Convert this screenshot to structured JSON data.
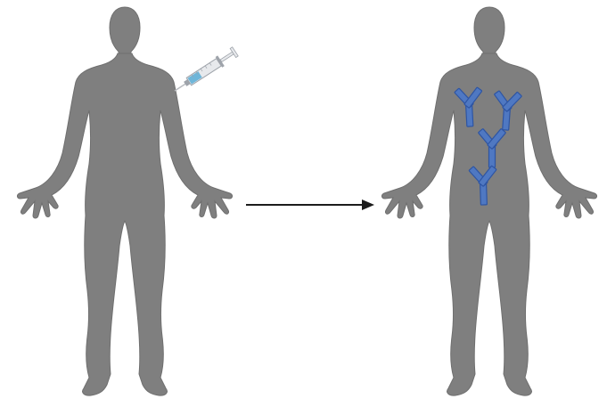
{
  "diagram": {
    "colors": {
      "background": "#ffffff",
      "body_fill": "#7f7f7f",
      "body_stroke": "#6f6f6f",
      "arrow": "#1c1c1c",
      "antibody_fill": "#4f78c2",
      "antibody_stroke": "#2e55a3",
      "syringe_barrel": "#e7e9ec",
      "syringe_outline": "#9ea3aa",
      "syringe_fluid": "#6fb6d9",
      "syringe_needle": "#b9bcc0"
    },
    "icons": {
      "left_figure": "human-body-silhouette",
      "right_figure": "human-body-silhouette",
      "injection": "syringe",
      "process_arrow": "arrow-right",
      "antibodies": "antibody-y-shape"
    },
    "antibody_count": 4
  }
}
